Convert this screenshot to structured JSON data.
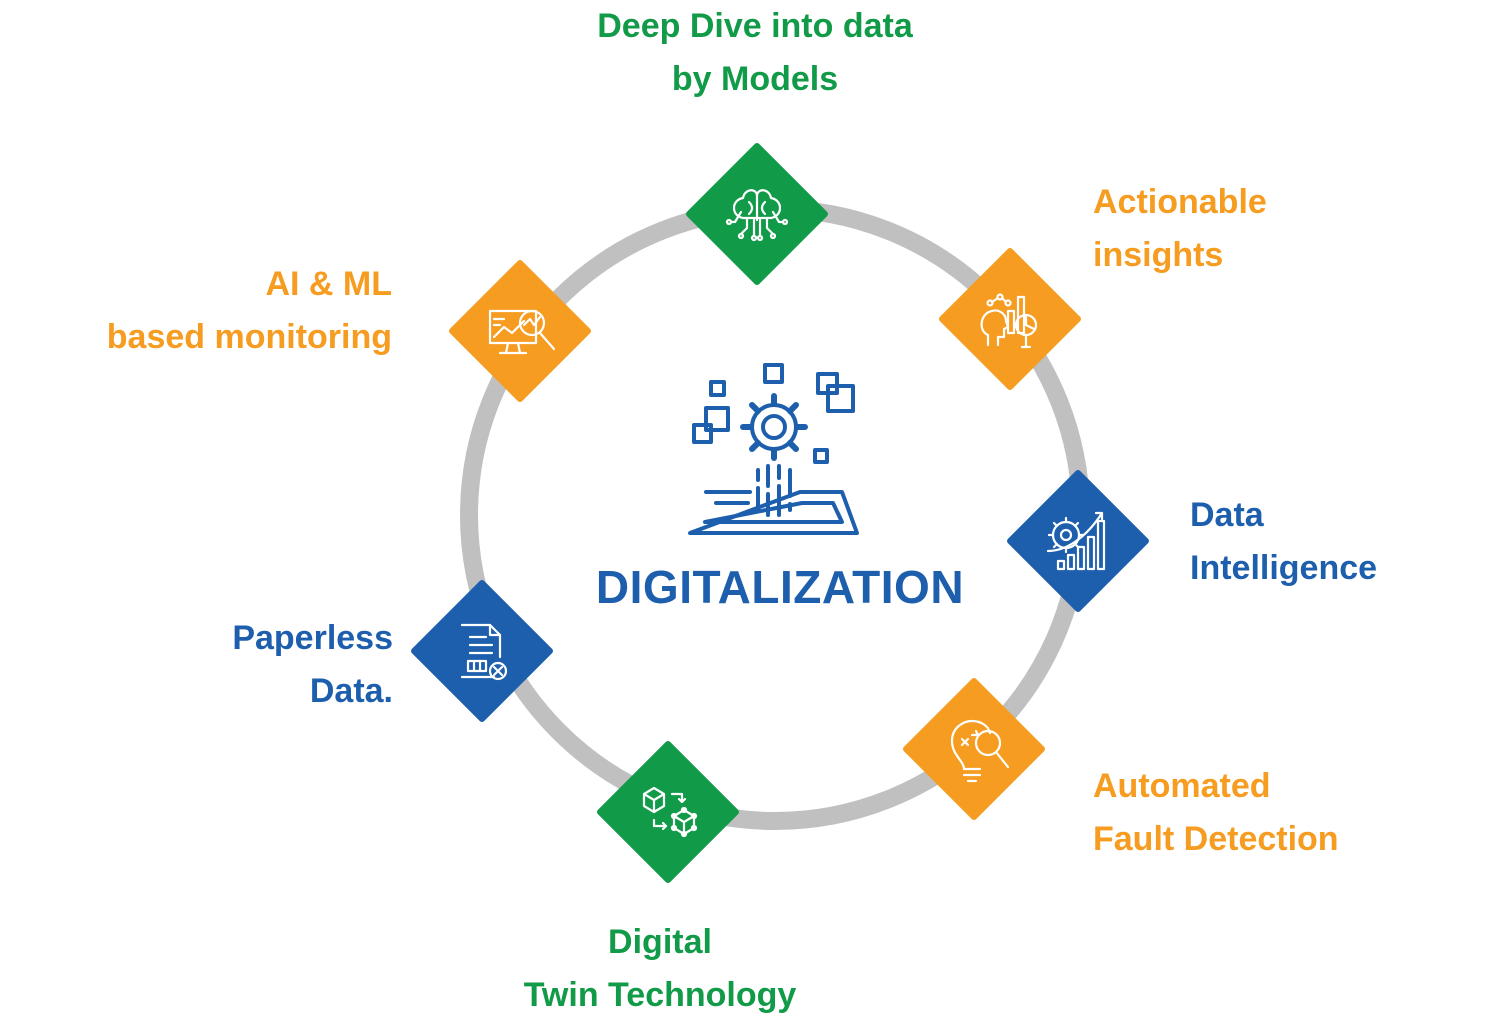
{
  "center": {
    "title": "DIGITALIZATION",
    "icon": "digital-gear-platform-icon",
    "color": "#1d5fad"
  },
  "colors": {
    "green": "#119a47",
    "orange": "#f69c20",
    "blue": "#1d5fad",
    "ring": "#c0c0c0"
  },
  "nodes": [
    {
      "line1": "Deep Dive into data",
      "line2": "by Models",
      "icon": "brain-circuit-icon",
      "color": "green"
    },
    {
      "line1": "Actionable",
      "line2": "insights",
      "icon": "head-analytics-icon",
      "color": "orange"
    },
    {
      "line1": "Data",
      "line2": "Intelligence",
      "icon": "ai-growth-chart-icon",
      "color": "blue"
    },
    {
      "line1": "Automated",
      "line2": "Fault Detection",
      "icon": "lightbulb-search-icon",
      "color": "orange"
    },
    {
      "line1": "Digital",
      "line2": "Twin Technology",
      "icon": "cube-transform-icon",
      "color": "green"
    },
    {
      "line1": "Paperless",
      "line2": "Data.",
      "icon": "document-cancel-icon",
      "color": "blue"
    },
    {
      "line1": "AI & ML",
      "line2": "based monitoring",
      "icon": "monitor-analytics-icon",
      "color": "orange"
    }
  ]
}
